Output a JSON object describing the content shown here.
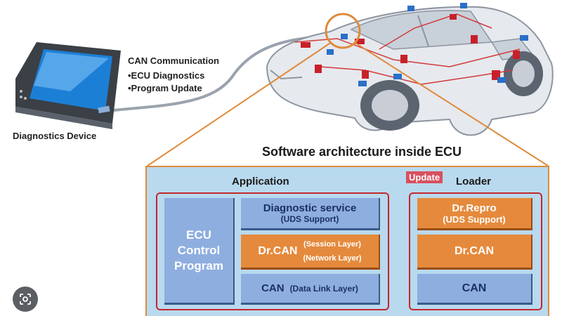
{
  "device": {
    "label": "Diagnostics Device"
  },
  "communication": {
    "title": "CAN Communication",
    "items": [
      "•ECU Diagnostics",
      "•Program Update"
    ]
  },
  "architecture": {
    "title": "Software architecture inside ECU",
    "application": {
      "heading": "Application",
      "ecu_program": [
        "ECU",
        "Control",
        "Program"
      ],
      "diagnostic_service": {
        "line1": "Diagnostic service",
        "line2": "(UDS Support)"
      },
      "drcan": {
        "name": "Dr.CAN",
        "session": "(Session Layer)",
        "network": "(Network Layer)"
      },
      "can": {
        "name": "CAN",
        "sub": "(Data Link Layer)"
      }
    },
    "update_label": "Update",
    "loader": {
      "heading": "Loader",
      "drrepro": {
        "line1": "Dr.Repro",
        "line2": "(UDS Support)"
      },
      "drcan": "Dr.CAN",
      "can": "CAN"
    }
  },
  "colors": {
    "panel_bg": "#b9d9ee",
    "panel_border": "#e08a3a",
    "group_border": "#c2272d",
    "block_blue": "#8eaee0",
    "block_orange": "#e58a3c",
    "update_badge": "#d8505e"
  },
  "icons": [
    "lens-icon"
  ]
}
